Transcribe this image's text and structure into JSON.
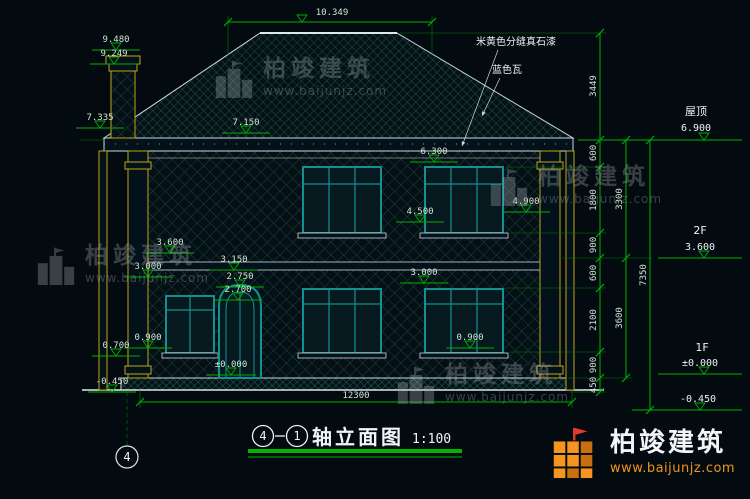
{
  "colors": {
    "background": "#030b11",
    "dimension_green": "#00b000",
    "window_teal": "#149090",
    "trim_yellow": "#c2a418",
    "brand_orange": "#f5941e"
  },
  "watermark": {
    "name": "柏竣建筑",
    "url": "www.baijunjz.com"
  },
  "brand": {
    "name": "柏竣建筑",
    "url": "www.baijunjz.com"
  },
  "drawing": {
    "annotations": {
      "wall_material": "米黄色分缝真石漆",
      "roof_tile": "蓝色瓦"
    },
    "levels": {
      "roof_label": "屋顶",
      "roof_value": "6.900",
      "f2_label": "2F",
      "f2_value": "3.600",
      "f1_label": "1F",
      "f1_value": "±0.000",
      "ground_value": "-0.450"
    },
    "elevation_marks": {
      "ridge": "10.349",
      "chimney_top": "9.480",
      "chimney_cap": "9.249",
      "eave_left": "7.335",
      "eave_top": "7.150",
      "w2_head": "6.300",
      "parapet_right": "4.900",
      "w2_sill": "4.500",
      "f2_floor": "3.600",
      "canopy": "3.150",
      "w1_head_left": "3.000",
      "w1_head_right": "3.000",
      "door_arch": "2.750",
      "door_head": "2.700",
      "w1_sill_left": "0.900",
      "w1_sill_right": "0.900",
      "plinth_left": "0.700",
      "entry_level": "±0.000",
      "ground_left": "-0.450"
    },
    "dimensions": {
      "total_width": "12300",
      "right_col_inner": [
        "3449",
        "600",
        "1800",
        "900",
        "600",
        "2100",
        "900",
        "450"
      ],
      "right_col_mid": [
        "3300",
        "3600"
      ],
      "right_col_outer": [
        "7350"
      ]
    },
    "title": {
      "axis_from": "4",
      "axis_to": "1",
      "name": "轴立面图",
      "scale": "1:100"
    },
    "axis_bubble": "4"
  }
}
